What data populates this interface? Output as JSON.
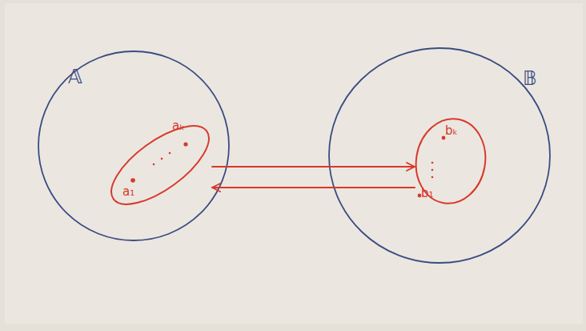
{
  "diagram": {
    "nodes": [
      {
        "text": [
          "𝔸"
        ]
      },
      {
        "text": [
          "𝔹"
        ]
      },
      {
        "text": [
          "aₖ",
          "a₁"
        ],
        "in": 0
      },
      {
        "text": [
          "bₖ",
          "b₁"
        ],
        "in": 1
      }
    ],
    "edges": [
      {
        "from": 2,
        "to": 3,
        "arrow": "to"
      },
      {
        "from": 3,
        "to": 2,
        "arrow": "to"
      }
    ]
  }
}
